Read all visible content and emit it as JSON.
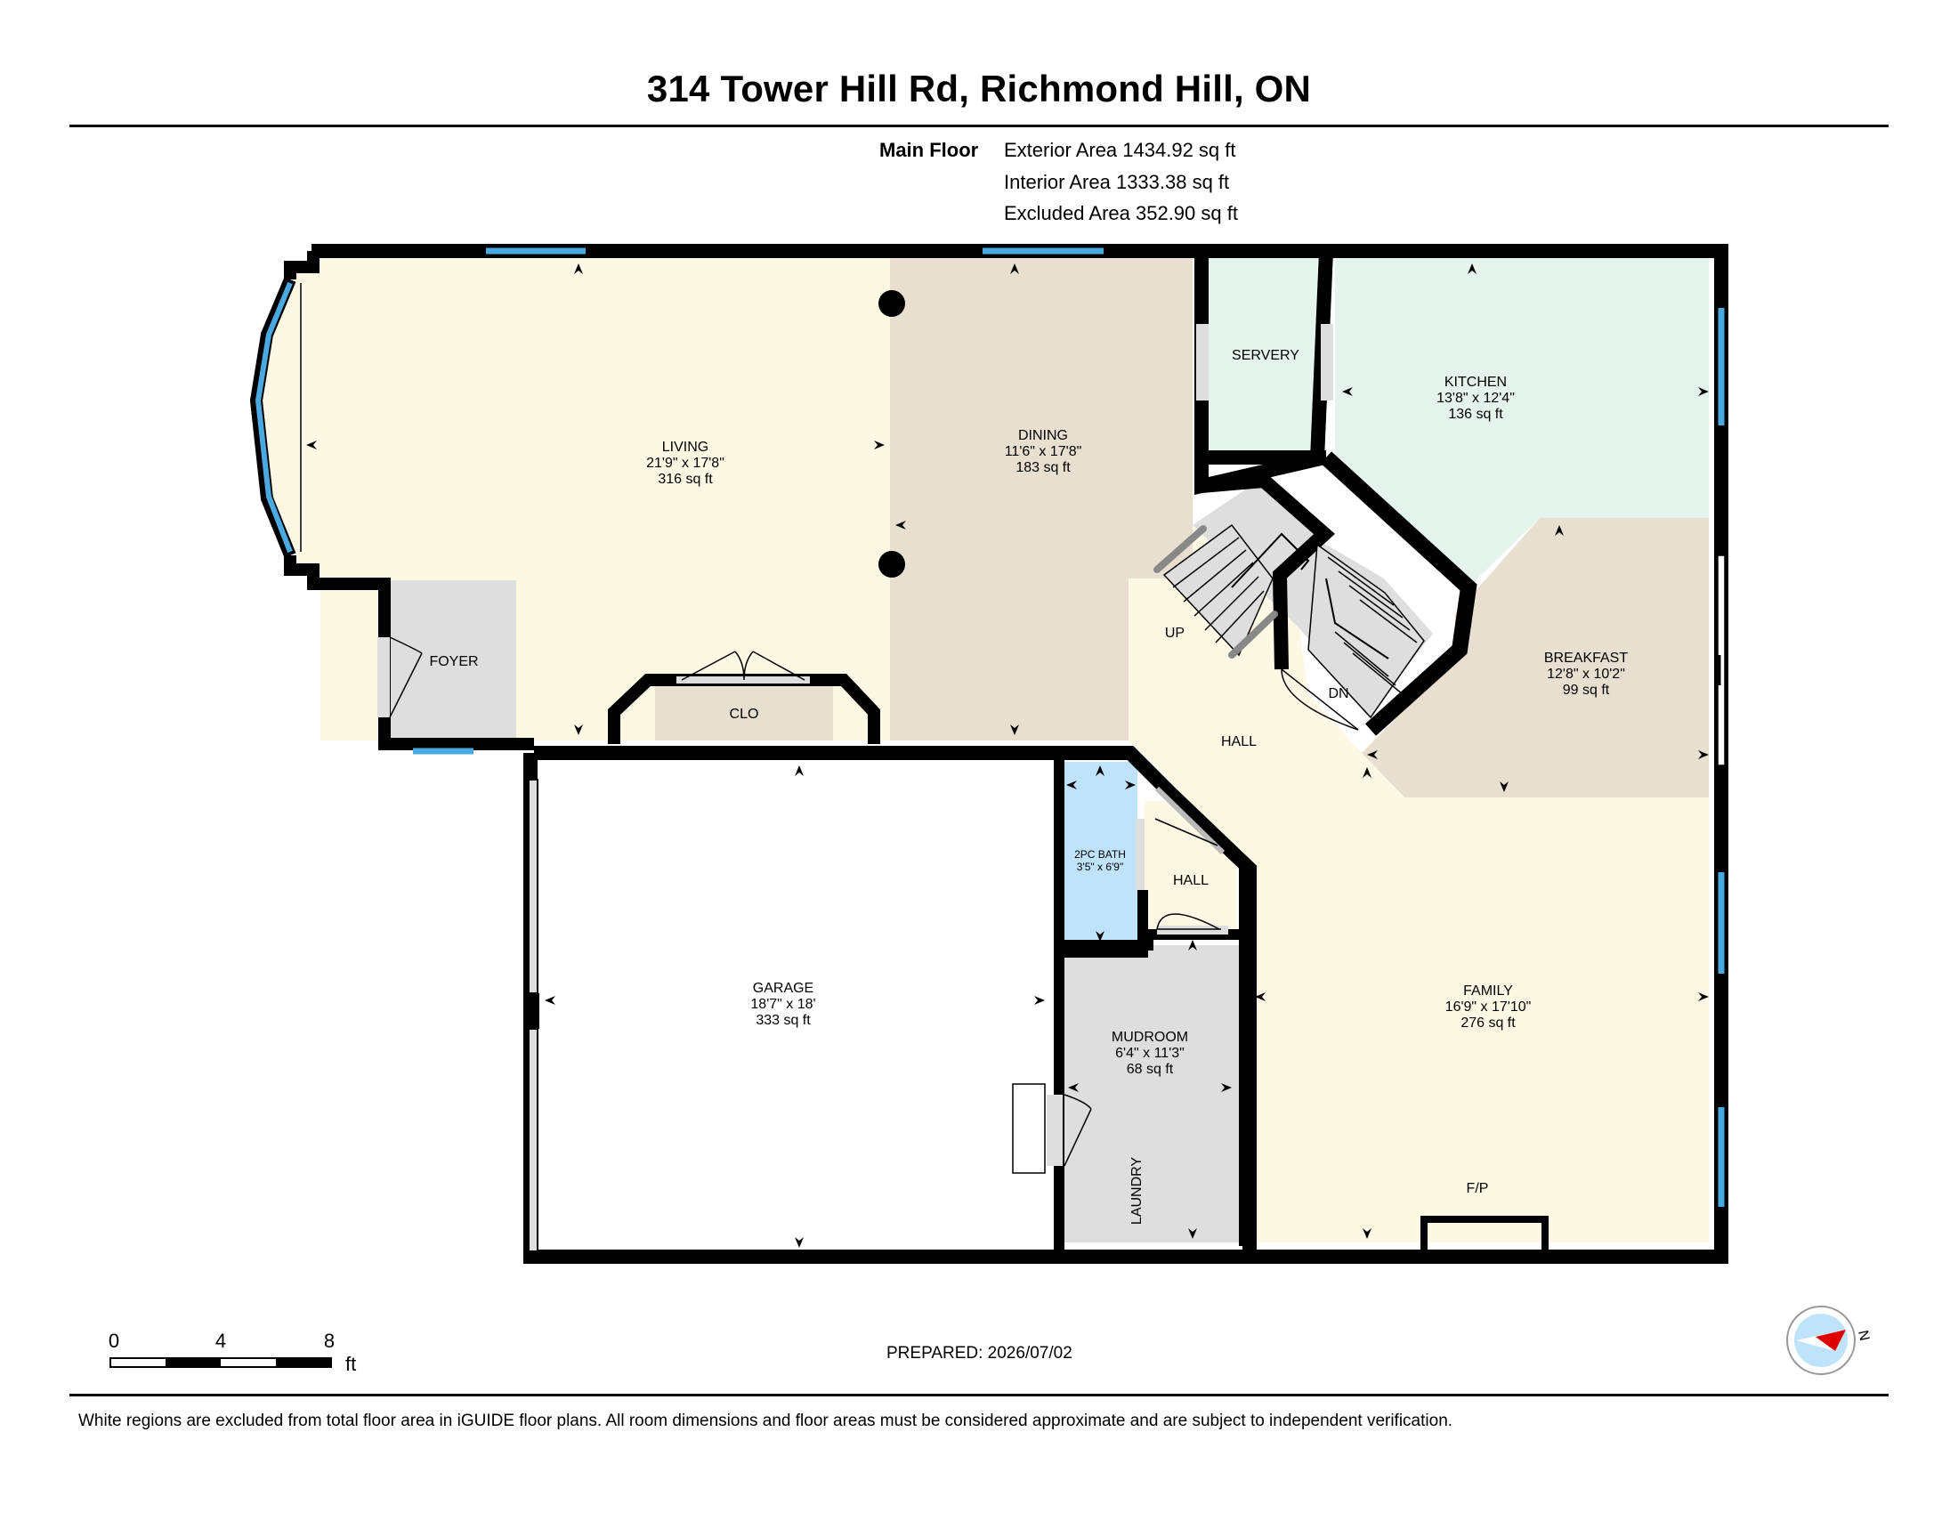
{
  "title": "314 Tower Hill Rd, Richmond Hill, ON",
  "floor_label": "Main Floor",
  "areas": {
    "exterior": "Exterior Area 1434.92 sq ft",
    "interior": "Interior Area 1333.38 sq ft",
    "excluded": "Excluded Area 352.90 sq ft"
  },
  "rooms": {
    "living": {
      "name": "LIVING",
      "dims": "21'9\" x 17'8\"",
      "area": "316 sq ft"
    },
    "dining": {
      "name": "DINING",
      "dims": "11'6\" x 17'8\"",
      "area": "183 sq ft"
    },
    "servery": {
      "name": "SERVERY"
    },
    "kitchen": {
      "name": "KITCHEN",
      "dims": "13'8\" x 12'4\"",
      "area": "136 sq ft"
    },
    "breakfast": {
      "name": "BREAKFAST",
      "dims": "12'8\" x 10'2\"",
      "area": "99 sq ft"
    },
    "foyer": {
      "name": "FOYER"
    },
    "clo": {
      "name": "CLO"
    },
    "up": {
      "name": "UP"
    },
    "dn": {
      "name": "DN"
    },
    "hall_main": {
      "name": "HALL"
    },
    "garage": {
      "name": "GARAGE",
      "dims": "18'7\" x 18'",
      "area": "333 sq ft"
    },
    "bath": {
      "name": "2PC BATH",
      "dims": "3'5\" x 6'9\""
    },
    "hall_small": {
      "name": "HALL"
    },
    "mudroom": {
      "name": "MUDROOM",
      "dims": "6'4\" x 11'3\"",
      "area": "68 sq ft"
    },
    "laundry": {
      "name": "LAUNDRY"
    },
    "family": {
      "name": "FAMILY",
      "dims": "16'9\" x 17'10\"",
      "area": "276 sq ft"
    },
    "fp": {
      "name": "F/P"
    }
  },
  "colors": {
    "living": "#fdf8e4",
    "dining": "#e9dfd0",
    "kitchen": "#e4f3ec",
    "foyer": "#dedede",
    "bath": "#bfe3fb",
    "window": "#4aa9e0",
    "wall": "#000000"
  },
  "scale": {
    "labels": [
      "0",
      "4",
      "8"
    ],
    "unit": "ft"
  },
  "compass": {
    "label": "N"
  },
  "prepared": "PREPARED: 2026/07/02",
  "footer_note": "White regions are excluded from total floor area in iGUIDE floor plans. All room dimensions and floor areas must be considered approximate and are subject to independent verification."
}
